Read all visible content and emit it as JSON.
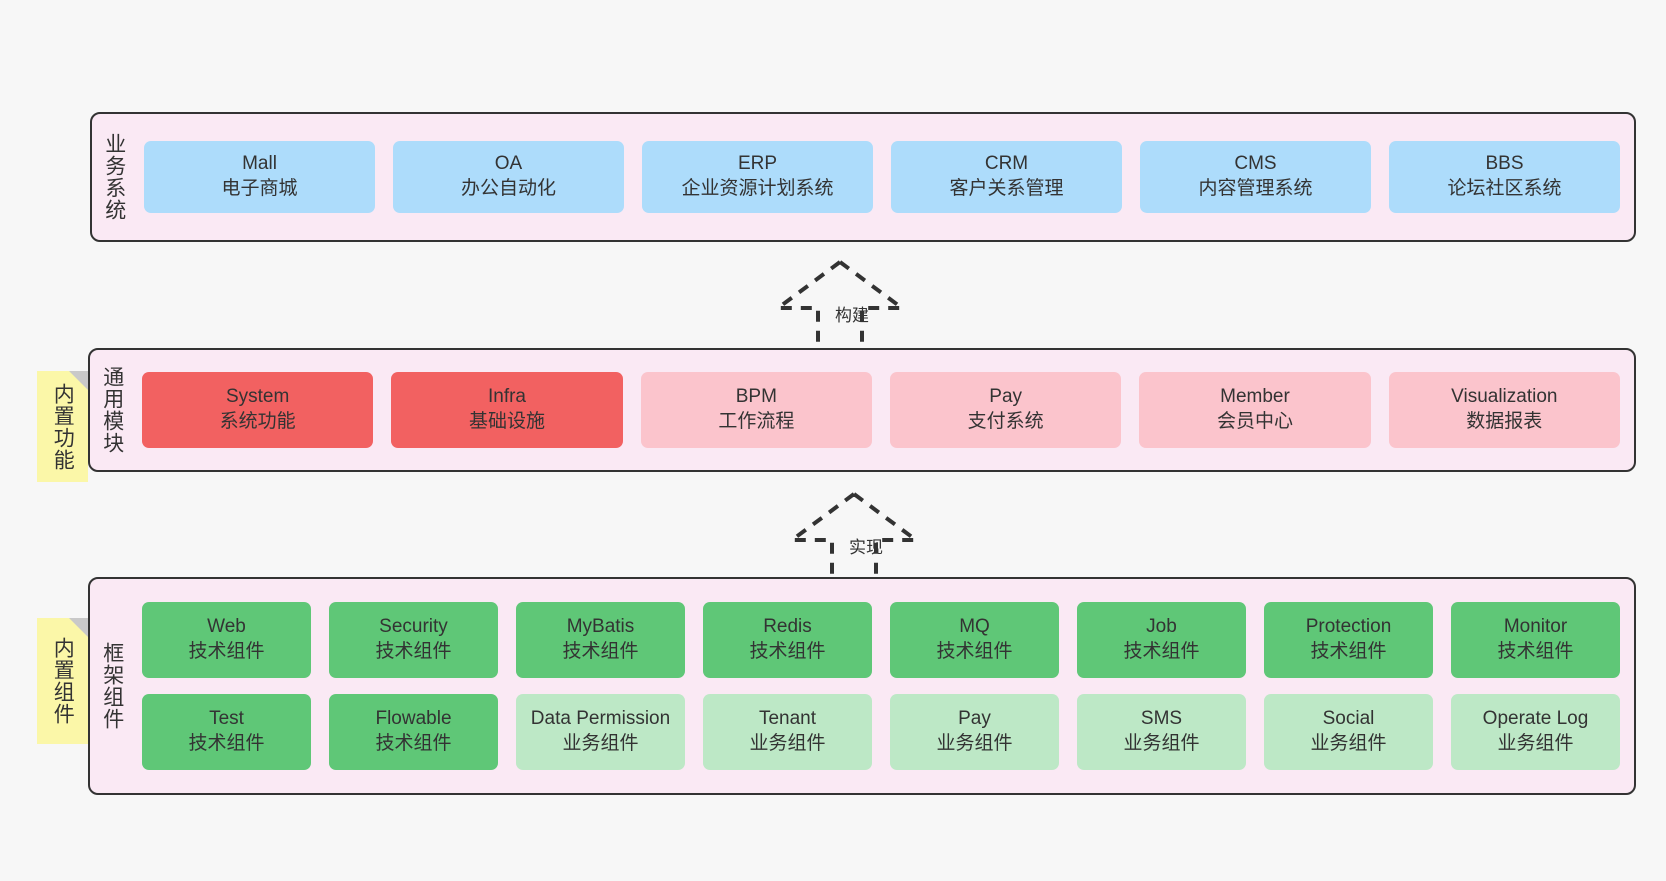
{
  "diagram": {
    "background_color": "#f7f7f7",
    "layer_fill": "#fae9f4",
    "layer_border": "#333333",
    "note_color": "#fbf7a8",
    "colors": {
      "business": "#addcfb",
      "module_strong": "#f26161",
      "module_soft": "#fbc4cc",
      "tech_component": "#5fc777",
      "biz_component": "#bde8c6"
    }
  },
  "layers": [
    {
      "id": "business-system",
      "title": "业务系统",
      "rows": [
        {
          "cards": [
            {
              "name": "Mall",
              "desc": "电子商城",
              "style": "c-blue"
            },
            {
              "name": "OA",
              "desc": "办公自动化",
              "style": "c-blue"
            },
            {
              "name": "ERP",
              "desc": "企业资源计划系统",
              "style": "c-blue"
            },
            {
              "name": "CRM",
              "desc": "客户关系管理",
              "style": "c-blue"
            },
            {
              "name": "CMS",
              "desc": "内容管理系统",
              "style": "c-blue"
            },
            {
              "name": "BBS",
              "desc": "论坛社区系统",
              "style": "c-blue"
            }
          ]
        }
      ]
    },
    {
      "id": "common-module",
      "title": "通用模块",
      "note": "内置功能",
      "rows": [
        {
          "cards": [
            {
              "name": "System",
              "desc": "系统功能",
              "style": "c-red"
            },
            {
              "name": "Infra",
              "desc": "基础设施",
              "style": "c-red"
            },
            {
              "name": "BPM",
              "desc": "工作流程",
              "style": "c-pink"
            },
            {
              "name": "Pay",
              "desc": "支付系统",
              "style": "c-pink"
            },
            {
              "name": "Member",
              "desc": "会员中心",
              "style": "c-pink"
            },
            {
              "name": "Visualization",
              "desc": "数据报表",
              "style": "c-pink"
            }
          ]
        }
      ]
    },
    {
      "id": "framework-component",
      "title": "框架组件",
      "note": "内置组件",
      "rows": [
        {
          "cards": [
            {
              "name": "Web",
              "desc": "技术组件",
              "style": "c-green"
            },
            {
              "name": "Security",
              "desc": "技术组件",
              "style": "c-green"
            },
            {
              "name": "MyBatis",
              "desc": "技术组件",
              "style": "c-green"
            },
            {
              "name": "Redis",
              "desc": "技术组件",
              "style": "c-green"
            },
            {
              "name": "MQ",
              "desc": "技术组件",
              "style": "c-green"
            },
            {
              "name": "Job",
              "desc": "技术组件",
              "style": "c-green"
            },
            {
              "name": "Protection",
              "desc": "技术组件",
              "style": "c-green"
            },
            {
              "name": "Monitor",
              "desc": "技术组件",
              "style": "c-green"
            }
          ]
        },
        {
          "cards": [
            {
              "name": "Test",
              "desc": "技术组件",
              "style": "c-green"
            },
            {
              "name": "Flowable",
              "desc": "技术组件",
              "style": "c-green"
            },
            {
              "name": "Data Permission",
              "desc": "业务组件",
              "style": "c-green-light",
              "wrap": true
            },
            {
              "name": "Tenant",
              "desc": "业务组件",
              "style": "c-green-light"
            },
            {
              "name": "Pay",
              "desc": "业务组件",
              "style": "c-green-light"
            },
            {
              "name": "SMS",
              "desc": "业务组件",
              "style": "c-green-light"
            },
            {
              "name": "Social",
              "desc": "业务组件",
              "style": "c-green-light"
            },
            {
              "name": "Operate Log",
              "desc": "业务组件",
              "style": "c-green-light"
            }
          ]
        }
      ]
    }
  ],
  "arrows": [
    {
      "id": "arrow-build",
      "label": "构建",
      "from": "common-module",
      "to": "business-system"
    },
    {
      "id": "arrow-implement",
      "label": "实现",
      "from": "framework-component",
      "to": "common-module"
    }
  ]
}
